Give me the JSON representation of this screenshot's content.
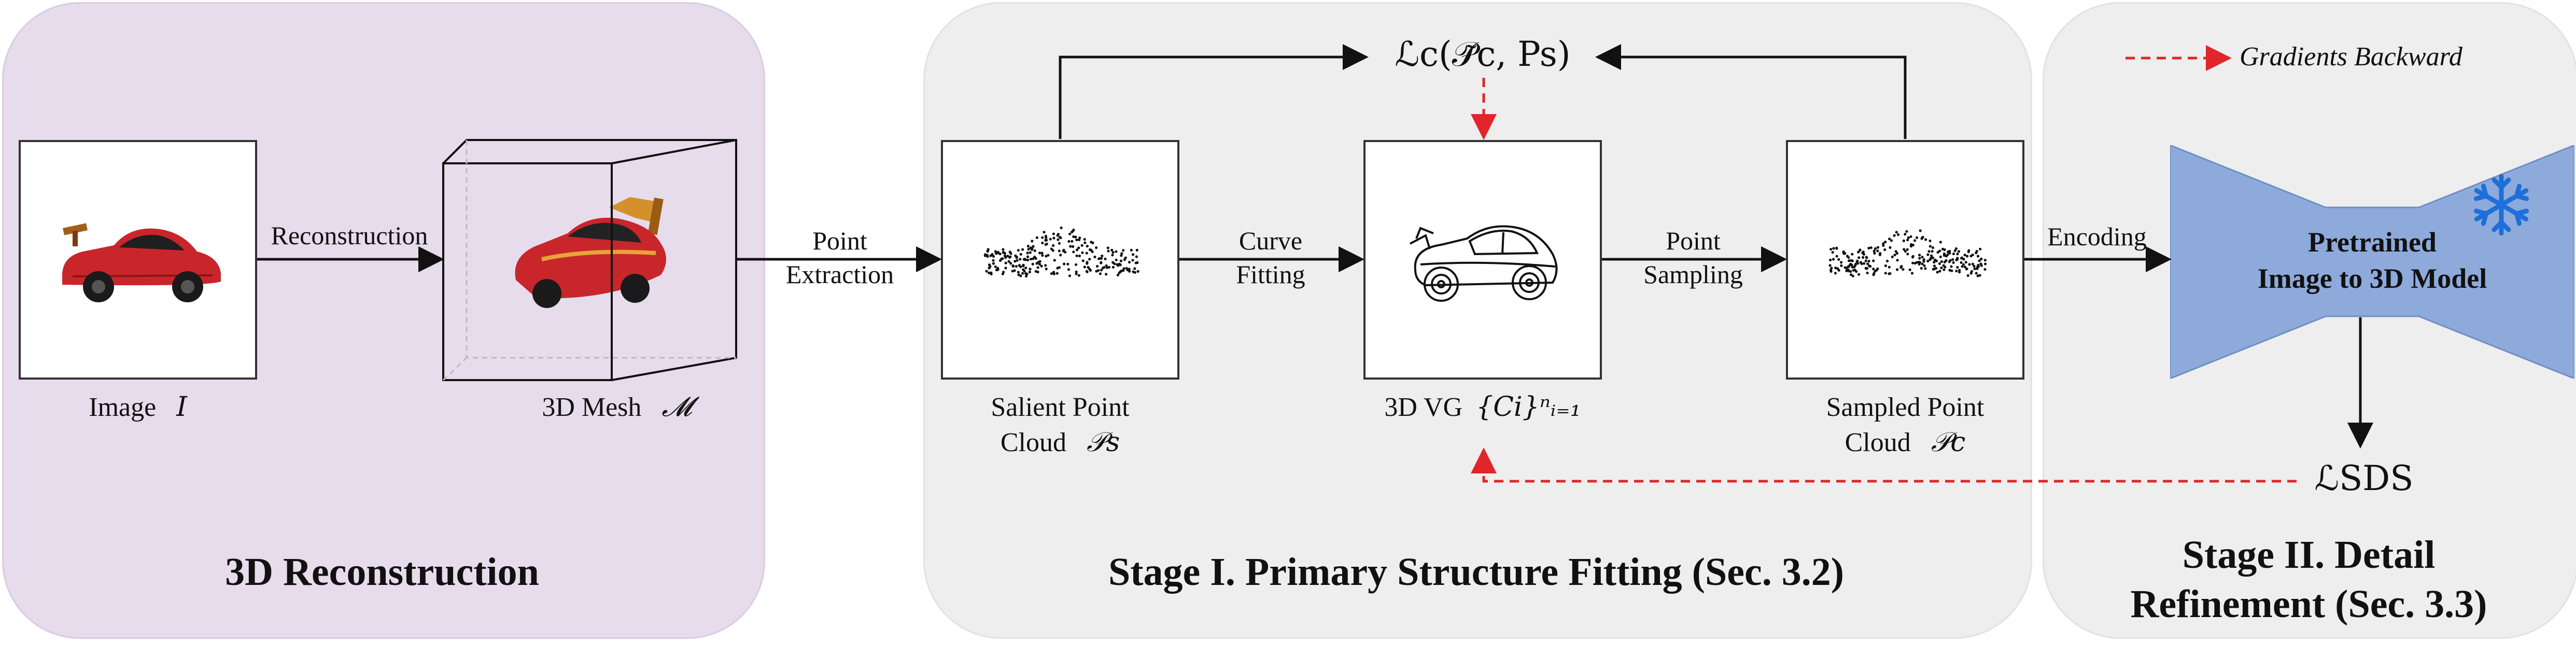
{
  "legend": {
    "text": "Gradients Backward"
  },
  "panels": {
    "recon_title": "3D Reconstruction",
    "stage1_title": "Stage I.  Primary Structure Fitting (Sec. 3.2)",
    "stage2_title_line1": "Stage II.  Detail",
    "stage2_title_line2": "Refinement (Sec. 3.3)"
  },
  "nodes": {
    "image": {
      "label": "Image",
      "symbol": "I"
    },
    "mesh": {
      "label": "3D Mesh",
      "symbol": "𝓜"
    },
    "salient": {
      "line1": "Salient Point",
      "line2": "Cloud",
      "symbol": "𝒫s"
    },
    "vg": {
      "label": "3D VG",
      "symbol": "{Ci}ⁿᵢ₌₁"
    },
    "sampled": {
      "line1": "Sampled Point",
      "line2": "Cloud",
      "symbol": "𝒫c"
    },
    "model": {
      "line1": "Pretrained",
      "line2": "Image to 3D Model"
    }
  },
  "edges": {
    "reconstruction": "Reconstruction",
    "point_extraction_1": "Point",
    "point_extraction_2": "Extraction",
    "curve_fitting_1": "Curve",
    "curve_fitting_2": "Fitting",
    "point_sampling_1": "Point",
    "point_sampling_2": "Sampling",
    "encoding": "Encoding"
  },
  "losses": {
    "lc": "ℒc(𝒫̃c, Ps)",
    "lsds": "ℒSDS"
  },
  "colors": {
    "recon_bg": "#e6dcec",
    "stage_bg": "#eeeeee",
    "gradient_red": "#e0262b",
    "model_blue": "#8eaadb",
    "car_red": "#c8262b"
  }
}
